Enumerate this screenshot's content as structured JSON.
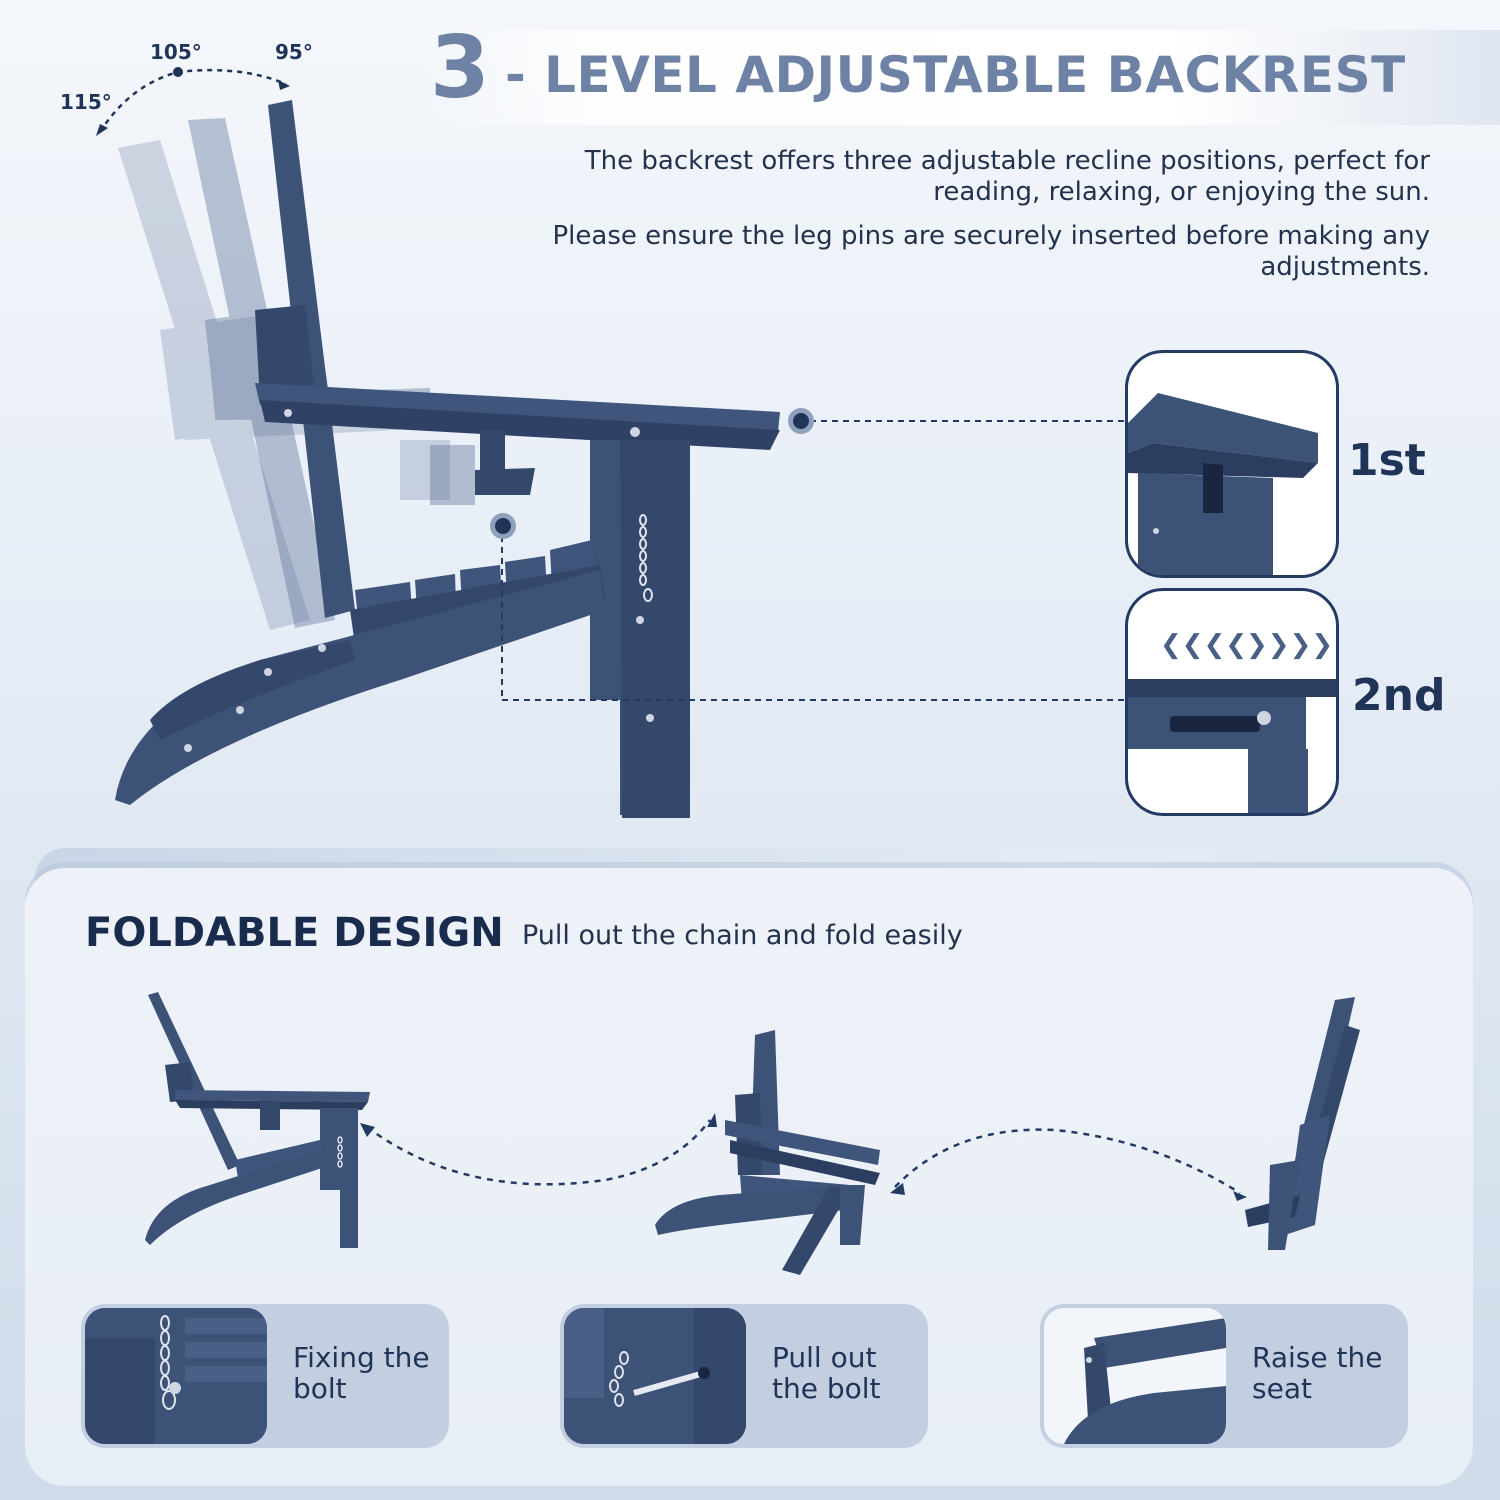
{
  "header": {
    "title_number": "3",
    "title_text": "- LEVEL ADJUSTABLE BACKREST",
    "description_1": "The backrest offers three adjustable recline positions, perfect for reading, relaxing, or enjoying the sun.",
    "description_2": "Please ensure the leg pins are securely inserted before making any adjustments."
  },
  "angles": {
    "a115": "115°",
    "a105": "105°",
    "a95": "95°"
  },
  "levels": {
    "first": "1st",
    "second": "2nd"
  },
  "foldable": {
    "title": "FOLDABLE DESIGN",
    "subtitle": "Pull out the chain and fold easily",
    "steps": [
      {
        "label": "Fixing the bolt"
      },
      {
        "label": "Pull out the bolt"
      },
      {
        "label": "Raise the seat"
      }
    ]
  },
  "colors": {
    "chair": "#3d5277",
    "chair_dark": "#2c3e60",
    "title_accent": "#6e82a6",
    "text_dark": "#1f3457"
  }
}
